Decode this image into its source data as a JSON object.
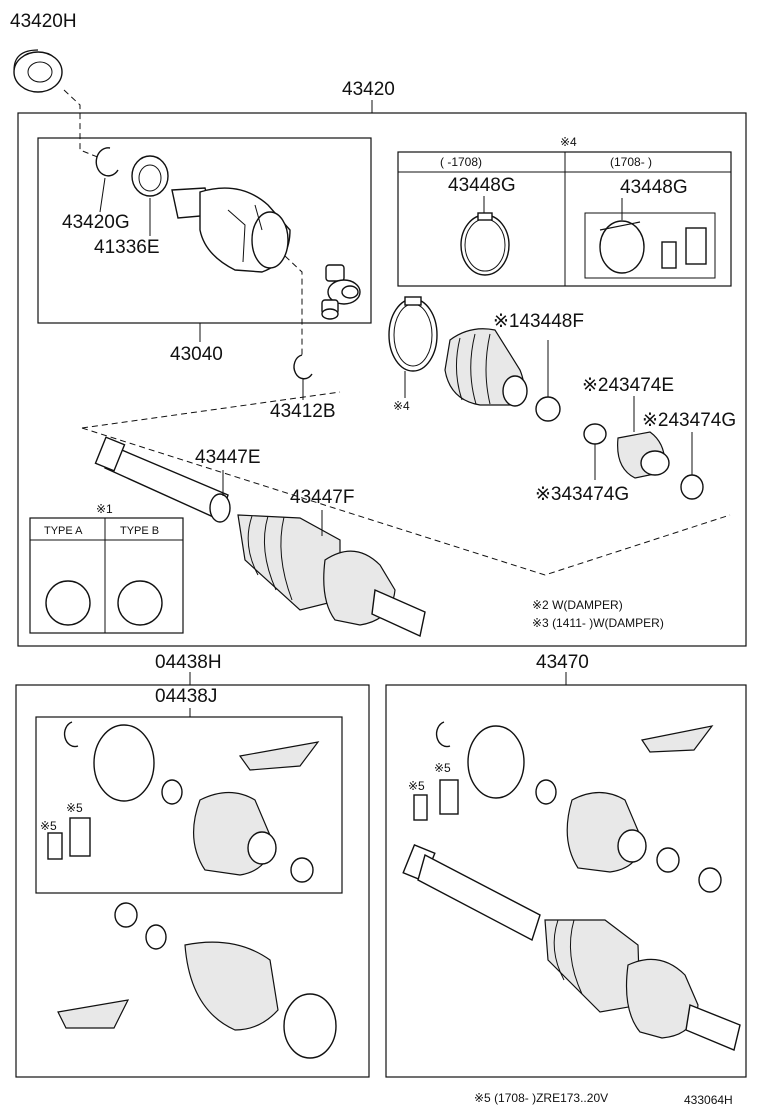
{
  "labels": {
    "p43420H": "43420H",
    "p43420": "43420",
    "p43420G": "43420G",
    "p41336E": "41336E",
    "p43040": "43040",
    "p43412B": "43412B",
    "note4_header": "※4",
    "col1_range": "(      -1708)",
    "col2_range": "(1708-      )",
    "p43448G_a": "43448G",
    "p43448G_b": "43448G",
    "p43448F": "※143448F",
    "mark4": "※4",
    "p43474E": "※243474E",
    "p43474G_a": "※243474G",
    "p43474G_b": "※343474G",
    "p43447E": "43447E",
    "p43447F": "43447F",
    "note1_header": "※1",
    "type_a": "TYPE A",
    "type_b": "TYPE B",
    "note2": "※2 W(DAMPER)",
    "note3": "※3 (1411-      )W(DAMPER)",
    "p04438H": "04438H",
    "p04438J": "04438J",
    "p43470": "43470",
    "mark5_a": "※5",
    "mark5_b": "※5",
    "mark5_c": "※5",
    "mark5_d": "※5",
    "footnote5": "※5 (1708-        )ZRE173..20V",
    "diagram_id": "433064H"
  }
}
